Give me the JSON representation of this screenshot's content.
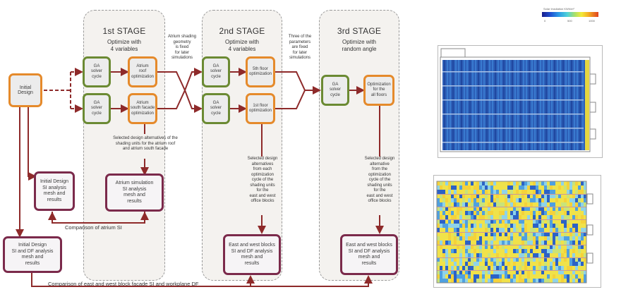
{
  "stages": [
    {
      "title": "1st STAGE",
      "subtitle": "Optimize with\n4 variables"
    },
    {
      "title": "2nd STAGE",
      "subtitle": "Optimize with\n4 variables"
    },
    {
      "title": "3rd STAGE",
      "subtitle": "Optimize with\nrandom angle"
    }
  ],
  "boxes": {
    "initial_design": "Initial\nDesign",
    "ga1": "GA\nsolver\ncycle",
    "ga2": "GA\nsolver\ncycle",
    "atrium_roof": "Atrium\nroof\noptimization",
    "atrium_south": "Atrium\nsouth facade\noptimization",
    "ga3": "GA\nsolver\ncycle",
    "ga4": "GA\nsolver\ncycle",
    "floor5": "5th floor\noptimization",
    "floor1": "1st floor\noptimization",
    "ga5": "GA\nsolver\ncycle",
    "all_floors": "Optimization\nfor the\nall floors",
    "init_si": "Initial Design\nSI analysis\nmesh and\nresults",
    "atrium_sim": "Atrium simulation\nSI analysis\nmesh and\nresults",
    "init_si_df": "Initial Design\nSI and DF analysis\nmesh and\nresults",
    "ew_blocks_2": "East and west blocks\nSI and DF analysis\nmesh and\nresults",
    "ew_blocks_3": "East and west blocks\nSI and DF analysis\nmesh and\nresults"
  },
  "notes": {
    "atrium_fixed": "Atrium shading\ngeometry\nis fixed\nfor later\nsimulations",
    "three_params": "Three of the\nparameters\nare fixed\nfor later\nsimulations",
    "selected_1": "Selected design alternatives of the\nshading units for the atrium roof\nand atrium south facade",
    "selected_2": "Selected design\nalternatives\nfrom each\noptimization\ncycle of the\nshading units\nfor the\neast and west\noffice blocks",
    "selected_3": "Selected design\nalternative\nfrom the\noptimization\ncycle of the\nshading units\nfor the\neast and west\noffice blocks"
  },
  "comparisons": {
    "atrium": "Comparison of atrium SI",
    "ew_blocks": "Comparison of east and west block facade SI and workplane DF"
  },
  "legend": {
    "title": "Solar Irradiation KWh/m²",
    "ticks": [
      "0",
      "500",
      "1000"
    ]
  },
  "colors": {
    "green": "#6b8a33",
    "orange": "#e58a2b",
    "purple": "#7b2a4b",
    "arrow": "#9b2a2a"
  }
}
